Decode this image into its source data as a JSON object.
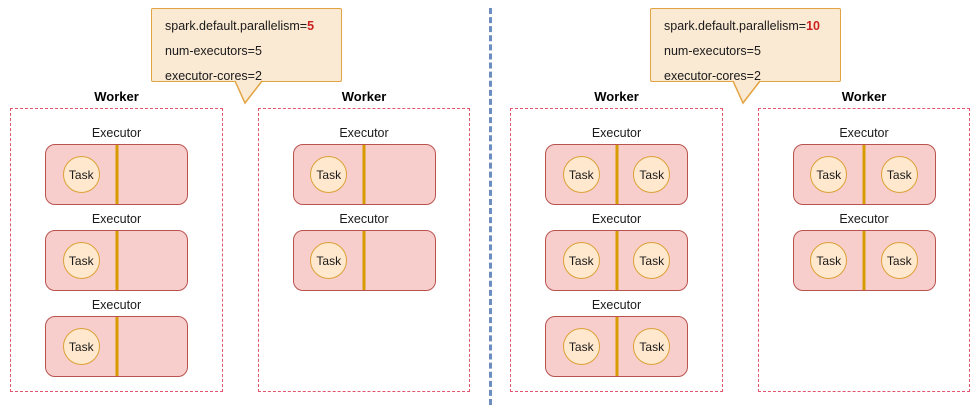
{
  "callouts": [
    {
      "param_label": "spark.default.parallelism=",
      "param_value": "5",
      "line2": "num-executors=5",
      "line3": "executor-cores=2"
    },
    {
      "param_label": "spark.default.parallelism=",
      "param_value": "10",
      "line2": "num-executors=5",
      "line3": "executor-cores=2"
    }
  ],
  "workers": [
    {
      "label": "Worker",
      "executors": [
        {
          "label": "Executor",
          "tasks": [
            {
              "label": "Task"
            }
          ]
        },
        {
          "label": "Executor",
          "tasks": [
            {
              "label": "Task"
            }
          ]
        },
        {
          "label": "Executor",
          "tasks": [
            {
              "label": "Task"
            }
          ]
        }
      ]
    },
    {
      "label": "Worker",
      "executors": [
        {
          "label": "Executor",
          "tasks": [
            {
              "label": "Task"
            }
          ]
        },
        {
          "label": "Executor",
          "tasks": [
            {
              "label": "Task"
            }
          ]
        }
      ]
    },
    {
      "label": "Worker",
      "executors": [
        {
          "label": "Executor",
          "tasks": [
            {
              "label": "Task"
            },
            {
              "label": "Task"
            }
          ]
        },
        {
          "label": "Executor",
          "tasks": [
            {
              "label": "Task"
            },
            {
              "label": "Task"
            }
          ]
        },
        {
          "label": "Executor",
          "tasks": [
            {
              "label": "Task"
            },
            {
              "label": "Task"
            }
          ]
        }
      ]
    },
    {
      "label": "Worker",
      "executors": [
        {
          "label": "Executor",
          "tasks": [
            {
              "label": "Task"
            },
            {
              "label": "Task"
            }
          ]
        },
        {
          "label": "Executor",
          "tasks": [
            {
              "label": "Task"
            },
            {
              "label": "Task"
            }
          ]
        }
      ]
    }
  ],
  "colors": {
    "callout_fill": "#fae9d3",
    "callout_border": "#e3a342",
    "highlight_value": "#cc2222",
    "worker_border": "#e0566c",
    "executor_fill": "#f8cecc",
    "executor_border": "#b85450",
    "core_divider": "#d79b00",
    "task_fill": "#ffe8cd",
    "task_border": "#dba137",
    "panel_divider": "#6c8ebf"
  }
}
